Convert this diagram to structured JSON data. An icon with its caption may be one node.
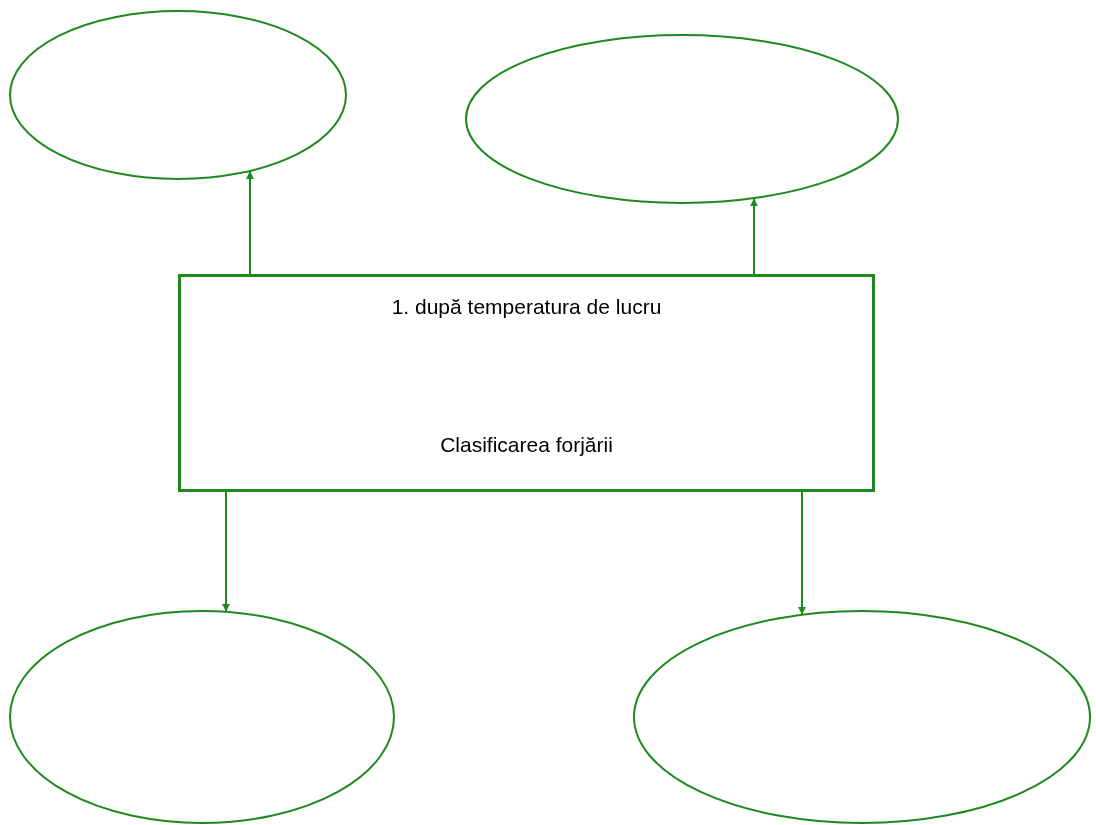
{
  "diagram": {
    "nodes": [
      {
        "text": [],
        "shape": "ellipse"
      },
      {
        "text": [],
        "shape": "ellipse"
      },
      {
        "text": [
          "1. după temperatura de lucru",
          "Clasificarea forjării"
        ]
      },
      {
        "text": [],
        "shape": "ellipse"
      },
      {
        "text": [],
        "shape": "ellipse"
      }
    ],
    "edges": [
      {
        "from": 2,
        "to": 0,
        "arrow": "to"
      },
      {
        "from": 2,
        "to": 1,
        "arrow": "to"
      },
      {
        "from": 2,
        "to": 3,
        "arrow": "to"
      },
      {
        "from": 2,
        "to": 4,
        "arrow": "to"
      }
    ]
  }
}
